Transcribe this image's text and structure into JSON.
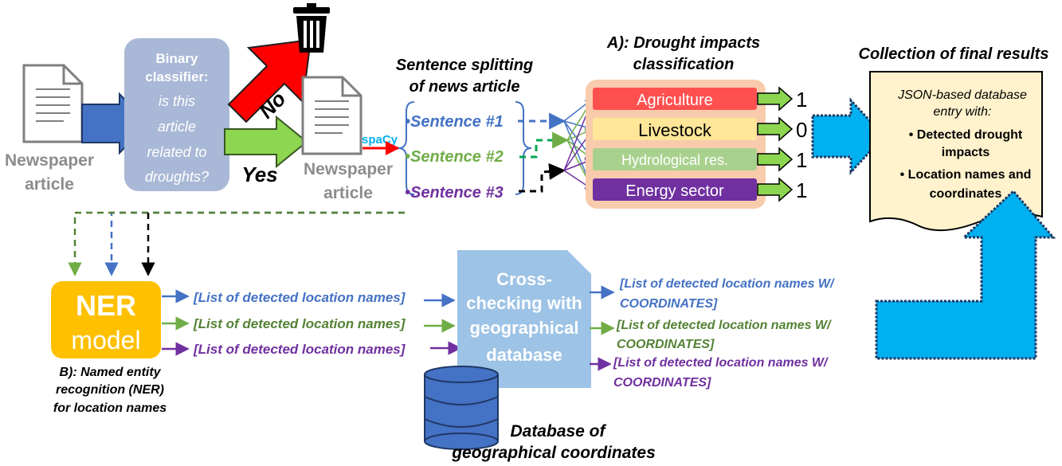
{
  "colors": {
    "blue": "#4472c4",
    "green": "#70ad47",
    "purple": "#7030a0",
    "black": "#000000",
    "gray_text": "#8c8c8c",
    "classifier_box": "#a9b8d6",
    "no_arrow": "#ff0000",
    "yes_arrow": "#8dd650",
    "cyan_arrow": "#00b0f0",
    "ner_box": "#ffc000",
    "db_box": "#9dc3e6",
    "impact_panel": "#f8cbad",
    "agriculture": "#ff5050",
    "livestock": "#ffe699",
    "hydrological": "#a9d18e",
    "energy": "#7030a0",
    "json_doc": "#fff2cc",
    "spacy_text": "#00b0f0"
  },
  "input_article": {
    "label_line1": "Newspaper",
    "label_line2": "article"
  },
  "classifier": {
    "title_line1": "Binary",
    "title_line2": "classifier:",
    "question_lines": [
      "is this",
      "article",
      "related to",
      "droughts?"
    ]
  },
  "no_label": "No",
  "yes_label": "Yes",
  "related_article": {
    "label_line1": "Newspaper",
    "label_line2": "article"
  },
  "spacy_label": "spaCy",
  "splitting": {
    "title_line1": "Sentence splitting",
    "title_line2": "of news article"
  },
  "sentences": [
    {
      "label": "•Sentence #1"
    },
    {
      "label": "•Sentence #2"
    },
    {
      "label": "•Sentence #3"
    }
  ],
  "classification": {
    "title_line1": "A): Drought impacts",
    "title_line2": "classification"
  },
  "impacts": [
    {
      "label": "Agriculture",
      "output": "1"
    },
    {
      "label": "Livestock",
      "output": "0"
    },
    {
      "label": "Hydrological res.",
      "output": "1"
    },
    {
      "label": "Energy sector",
      "output": "1"
    }
  ],
  "final": {
    "title": "Collection of final results",
    "entry_line1": "JSON-based database",
    "entry_line2": "entry with:",
    "bullet1_line1": "• Detected drought",
    "bullet1_line2": "impacts",
    "bullet2_line1": "• Location names and",
    "bullet2_line2": "coordinates"
  },
  "ner": {
    "title": "NER",
    "subtitle": "model",
    "caption_line1": "B): Named entity",
    "caption_line2": "recognition (NER)",
    "caption_line3": "for location names"
  },
  "detected_lists": [
    {
      "label": "[List of detected location names]"
    },
    {
      "label": "[List of detected location names]"
    },
    {
      "label": "[List of detected location names]"
    }
  ],
  "crosscheck": {
    "lines": [
      "Cross-",
      "checking with",
      "geographical",
      "database"
    ]
  },
  "coord_lists": [
    {
      "line1": "[List of detected location names W/",
      "line2": "COORDINATES]"
    },
    {
      "line1": "[List of detected location names W/",
      "line2": "COORDINATES]"
    },
    {
      "line1": "[List of detected location names W/",
      "line2": "COORDINATES]"
    }
  ],
  "database": {
    "label_line1": "Database of",
    "label_line2": "geographical coordinates"
  }
}
